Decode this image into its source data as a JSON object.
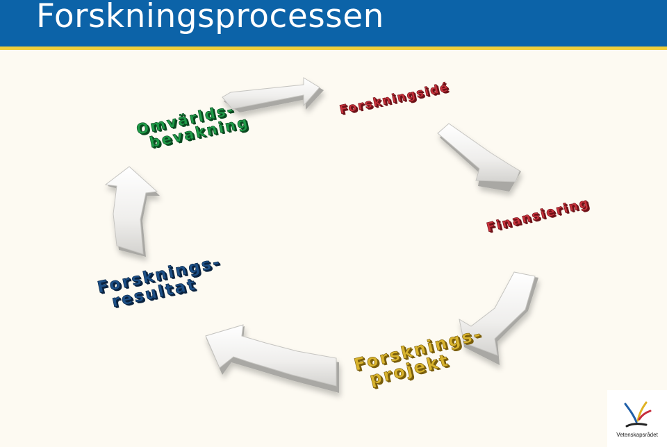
{
  "title": "Forskningsprocessen",
  "stages": [
    {
      "lines": [
        "Forskningsidé"
      ],
      "color": "#c8323c",
      "edge": "#6e1218"
    },
    {
      "lines": [
        "Finansiering"
      ],
      "color": "#c8323c",
      "edge": "#6e1218"
    },
    {
      "lines": [
        "Forsknings-",
        "projekt"
      ],
      "color": "#d8b32e",
      "edge": "#7a5e0c"
    },
    {
      "lines": [
        "Forsknings-",
        "resultat"
      ],
      "color": "#1c4f86",
      "edge": "#0a2340"
    },
    {
      "lines": [
        "Omvärlds-",
        "bevakning"
      ],
      "color": "#1f9b48",
      "edge": "#0b4a20"
    }
  ],
  "logo": {
    "text": "Vetenskapsrådet"
  }
}
